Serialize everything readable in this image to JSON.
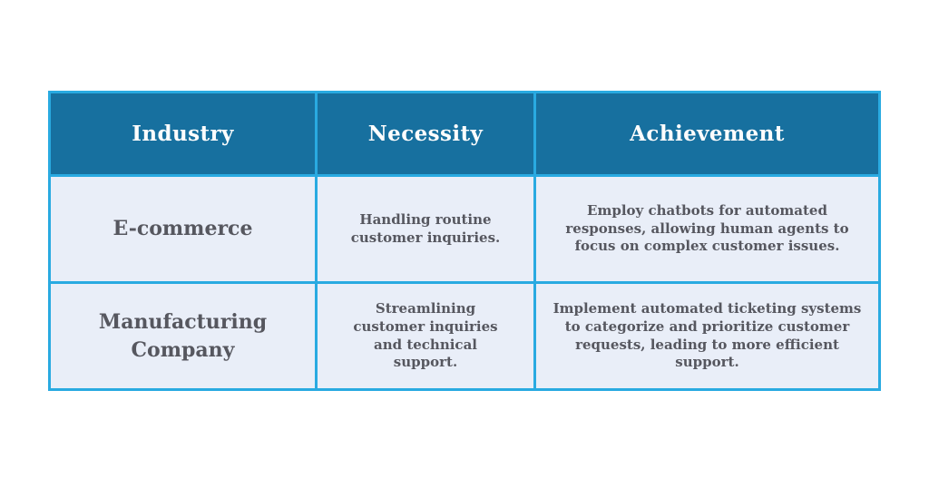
{
  "colors": {
    "border": "#29aae1",
    "header_bg": "#17709f",
    "header_text": "#fdfdfd",
    "cell_bg": "#e9eef8",
    "body_text": "#56575f",
    "page_bg": "#ffffff"
  },
  "chart_data": {
    "type": "table",
    "title": "",
    "columns": [
      "Industry",
      "Necessity",
      "Achievement"
    ],
    "rows": [
      {
        "industry": "E-commerce",
        "necessity": "Handling routine customer inquiries.",
        "achievement": "Employ chatbots for automated responses, allowing human agents to focus on complex customer issues."
      },
      {
        "industry": "Manufacturing Company",
        "necessity": "Streamlining customer inquiries and technical support.",
        "achievement": "Implement automated ticketing systems to categorize and prioritize customer requests, leading to more efficient support."
      }
    ]
  }
}
